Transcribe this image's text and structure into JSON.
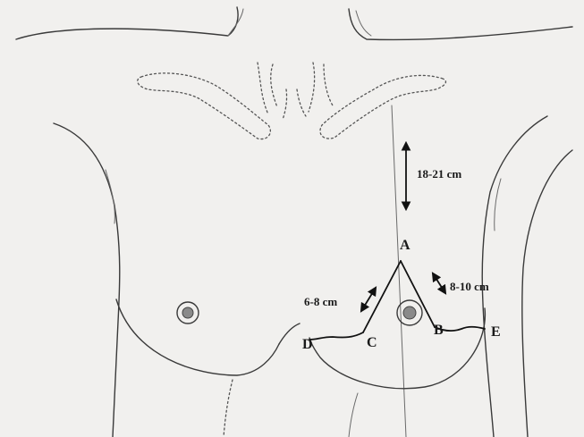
{
  "diagram": {
    "points": {
      "A": "A",
      "B": "B",
      "C": "C",
      "D": "D",
      "E": "E"
    },
    "measurements": {
      "vertical": "18-21 cm",
      "left_limb": "6-8 cm",
      "right_limb": "8-10 cm"
    }
  }
}
